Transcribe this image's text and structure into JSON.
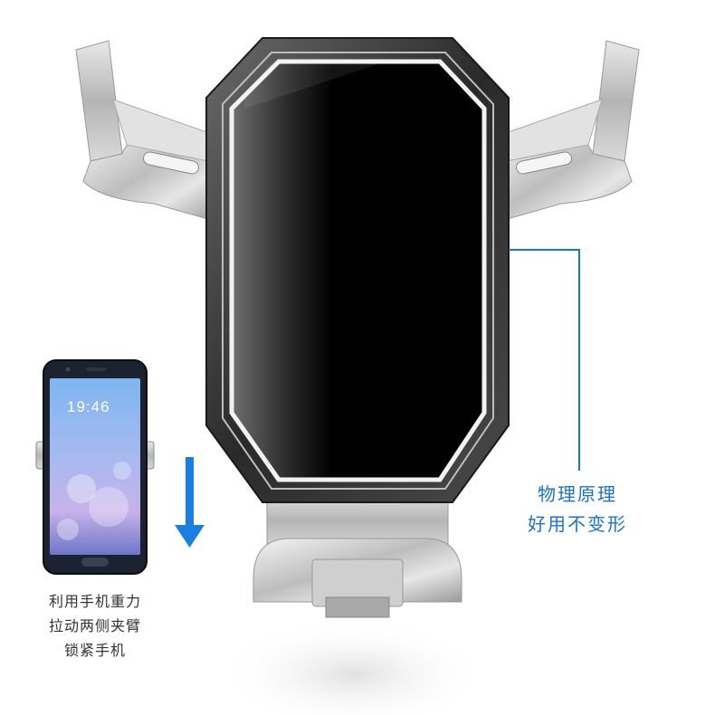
{
  "left_caption": {
    "lines": [
      "利用手机重力",
      "拉动两侧夹臂",
      "锁紧手机"
    ]
  },
  "right_caption": {
    "lines": [
      "物理原理",
      "好用不变形"
    ]
  },
  "phone_screen": {
    "time": "19:46"
  },
  "colors": {
    "accent": "#1a73c8",
    "arrow": "#1a7fe0",
    "text": "#333333"
  },
  "icons": {
    "arrow": "arrow-down-icon"
  }
}
